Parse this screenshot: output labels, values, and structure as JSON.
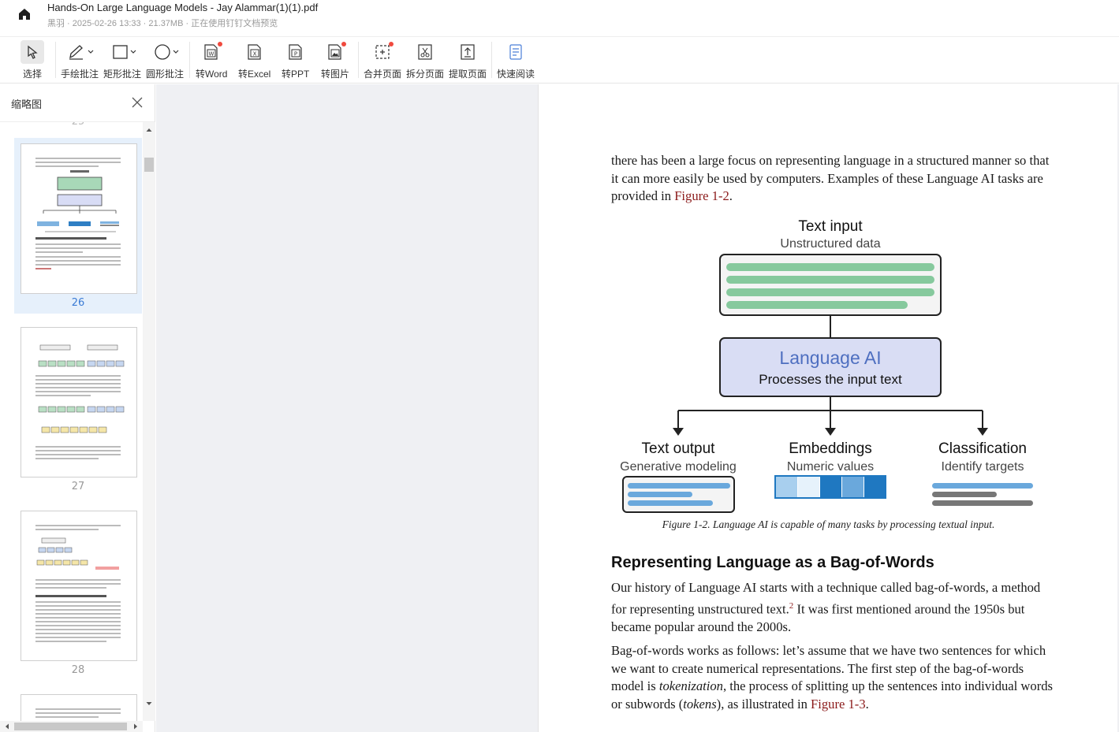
{
  "app": {
    "title": "Hands-On Large Language Models - Jay Alammar(1)(1).pdf",
    "meta": "黑羽 · 2025-02-26 13:33 · 21.37MB · 正在使用钉钉文档预览"
  },
  "toolbar": {
    "select": "选择",
    "freehand": "手绘批注",
    "rect": "矩形批注",
    "circle": "圆形批注",
    "to_word": "转Word",
    "to_excel": "转Excel",
    "to_ppt": "转PPT",
    "to_image": "转图片",
    "merge": "合并页面",
    "split": "拆分页面",
    "extract": "提取页面",
    "quick_read": "快速阅读",
    "accent_dot": "#f04a3e"
  },
  "sidebar": {
    "title": "缩略图",
    "pages": [
      {
        "num": "26",
        "active": true
      },
      {
        "num": "27",
        "active": false
      },
      {
        "num": "28",
        "active": false
      }
    ]
  },
  "page": {
    "para1_a": "there has been a large focus on representing language in a structured manner so that it can more easily be used by computers. Examples of these Language AI tasks are provided in ",
    "para1_link": "Figure 1-2",
    "para1_b": ".",
    "figure": {
      "input_title": "Text input",
      "input_sub": "Unstructured data",
      "ai_title": "Language AI",
      "ai_sub": "Processes the input text",
      "out1_title": "Text output",
      "out1_sub": "Generative modeling",
      "out2_title": "Embeddings",
      "out2_sub": "Numeric values",
      "out3_title": "Classification",
      "out3_sub": "Identify targets"
    },
    "caption": "Figure 1-2. Language AI is capable of many tasks by processing textual input.",
    "section_title": "Representing Language as a Bag-of-Words",
    "para2_a": "Our history of Language AI starts with a technique called bag-of-words, a method for representing unstructured text.",
    "para2_sup": "2",
    "para2_b": " It was first mentioned around the 1950s but became popular around the 2000s.",
    "para3_a": "Bag-of-words works as follows: let’s assume that we have two sentences for which we want to create numerical representations. The first step of the bag-of-words model is ",
    "para3_em1": "tokenization",
    "para3_b": ", the process of splitting up the sentences into individual words or subwords (",
    "para3_em2": "tokens",
    "para3_c": "), as illustrated in ",
    "para3_link": "Figure 1-3",
    "para3_d": "."
  }
}
